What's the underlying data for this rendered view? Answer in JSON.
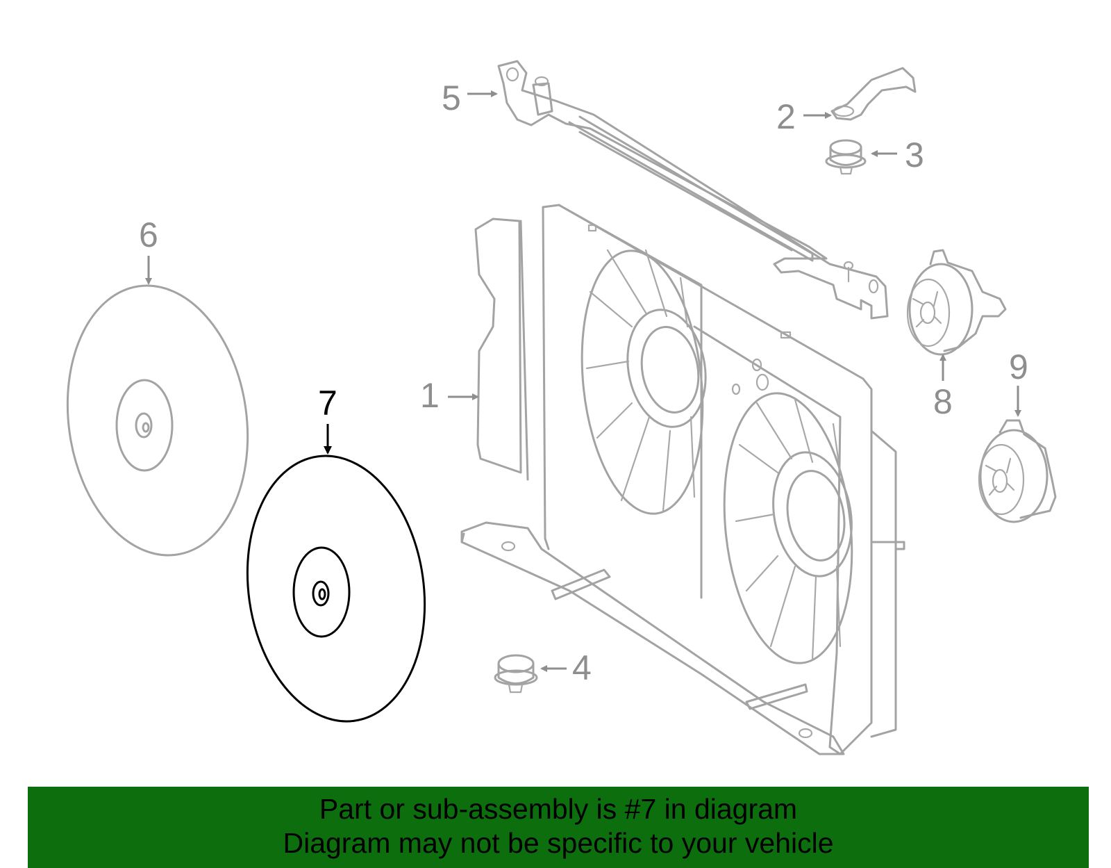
{
  "diagram": {
    "callouts": [
      {
        "id": "1",
        "label": "1",
        "highlighted": false
      },
      {
        "id": "2",
        "label": "2",
        "highlighted": false
      },
      {
        "id": "3",
        "label": "3",
        "highlighted": false
      },
      {
        "id": "4",
        "label": "4",
        "highlighted": false
      },
      {
        "id": "5",
        "label": "5",
        "highlighted": false
      },
      {
        "id": "6",
        "label": "6",
        "highlighted": false
      },
      {
        "id": "7",
        "label": "7",
        "highlighted": true
      },
      {
        "id": "8",
        "label": "8",
        "highlighted": false
      },
      {
        "id": "9",
        "label": "9",
        "highlighted": false
      }
    ],
    "highlight_color": "#000000",
    "muted_color": "#8e8e8e"
  },
  "banner": {
    "line1": "Part or sub-assembly is #7 in diagram",
    "line2": "Diagram may not be specific to your vehicle",
    "background": "#0d6e0d"
  }
}
